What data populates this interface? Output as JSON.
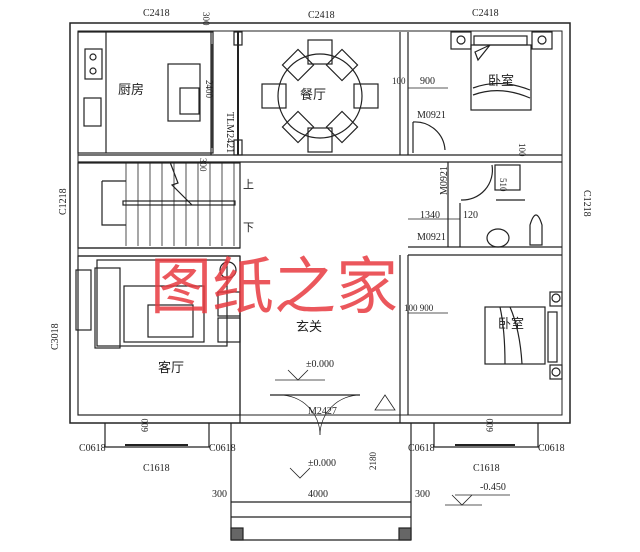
{
  "plan": {
    "rooms": {
      "kitchen": "厨房",
      "dining": "餐厅",
      "bedroom_top": "卧室",
      "bedroom_bottom": "卧室",
      "living": "客厅",
      "foyer": "玄关",
      "stair_up": "上",
      "stair_down": "下"
    },
    "windows": {
      "top_left": "C2418",
      "top_mid": "C2418",
      "top_right": "C2418",
      "left_stair": "C1218",
      "left_living": "C3018",
      "right_bath": "C1218",
      "bottom_left_a": "C0618",
      "bottom_left_b": "C0618",
      "bottom_left_bay": "C1618",
      "bottom_right_a": "C0618",
      "bottom_right_b": "C0618",
      "bottom_right_bay": "C1618"
    },
    "doors": {
      "kitchen_slide": "TLM2421",
      "bedroom_top": "M0921",
      "bath": "M0921",
      "bedroom_bottom": "M0921",
      "entry": "M2427"
    },
    "dims": {
      "d300_top": "300",
      "d2400": "2400",
      "d300_stair": "300",
      "d100": "100",
      "d900_top": "900",
      "d100_bath": "100",
      "d510": "510",
      "d1340": "1340",
      "d120": "120",
      "d100_900": "100 900",
      "d600_left": "600",
      "d600_right": "600",
      "d2180": "2180",
      "d300_left": "300",
      "d4000": "4000",
      "d300_right": "300"
    },
    "levels": {
      "foyer": "±0.000",
      "porch": "±0.000",
      "outside": "-0.450"
    }
  },
  "watermark": "图纸之家",
  "colors": {
    "line": "#222222",
    "watermark": "#e8393f"
  }
}
